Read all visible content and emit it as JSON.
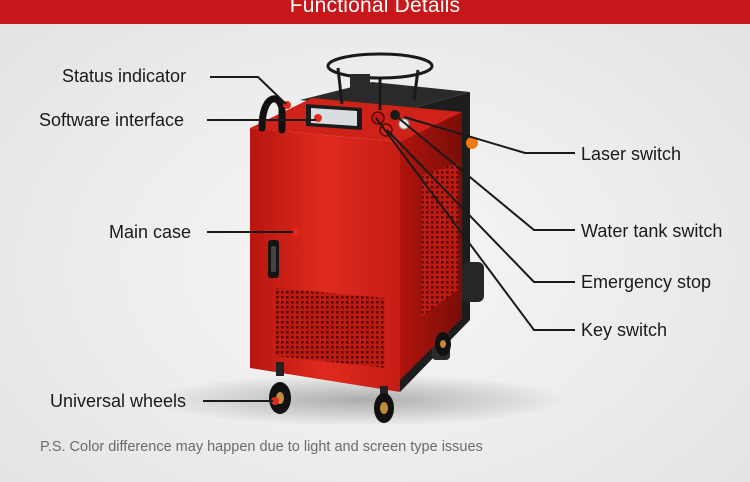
{
  "header": {
    "title": "Functional Details"
  },
  "callouts": {
    "status_indicator": "Status indicator",
    "software_interface": "Software interface",
    "main_case": "Main case",
    "universal_wheels": "Universal wheels",
    "laser_switch": "Laser switch",
    "water_tank_switch": "Water tank switch",
    "emergency_stop": "Emergency stop",
    "key_switch": "Key switch"
  },
  "footnote": "P.S. Color difference may happen due to light and screen type issues",
  "colors": {
    "header_red": "#c8171b",
    "machine_red": "#d8241e",
    "machine_dark": "#1d1d1d",
    "leader_line": "#1a1a1a"
  }
}
